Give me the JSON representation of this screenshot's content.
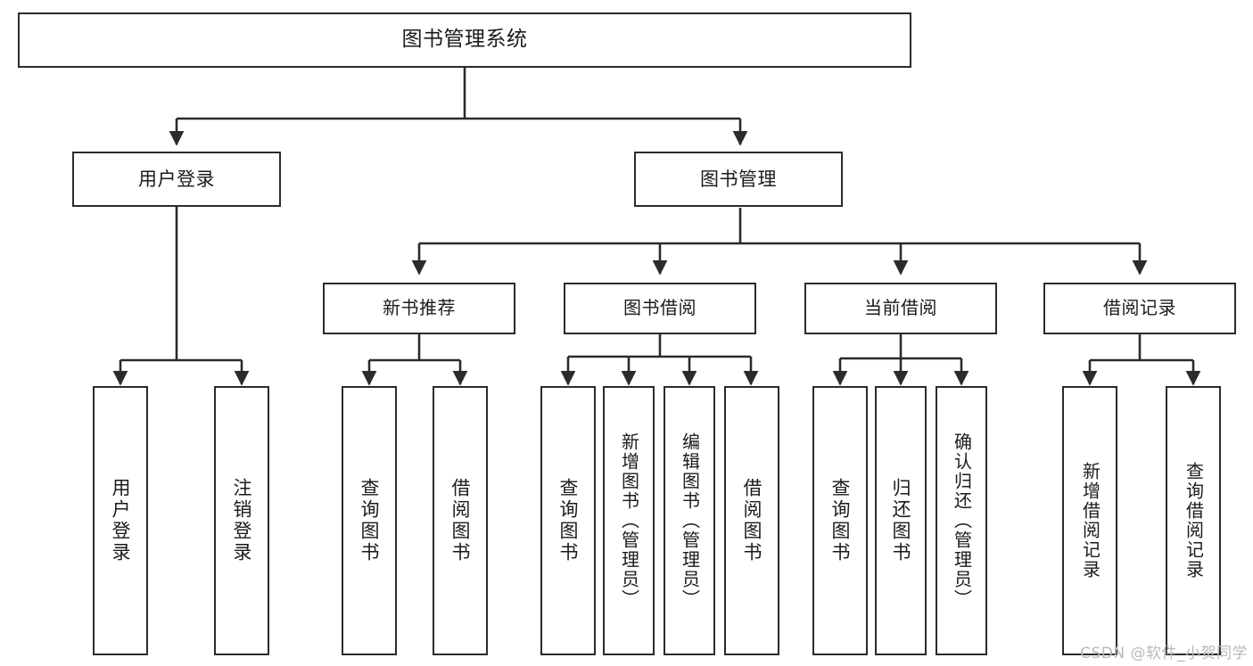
{
  "diagram": {
    "title": "图书管理系统",
    "type": "tree",
    "orientation": "top-down",
    "colors": {
      "box_border": "#2b2b2b",
      "box_fill": "#ffffff",
      "connector": "#2b2b2b",
      "text": "#1b1b1b",
      "watermark": "#b9b9b9",
      "background": "#ffffff"
    }
  },
  "root": {
    "label": "图书管理系统"
  },
  "level2": [
    {
      "label": "用户登录"
    },
    {
      "label": "图书管理"
    }
  ],
  "level3": [
    {
      "label": "新书推荐"
    },
    {
      "label": "图书借阅"
    },
    {
      "label": "当前借阅"
    },
    {
      "label": "借阅记录"
    }
  ],
  "leaves": {
    "user_login": [
      {
        "label": "用户登录"
      },
      {
        "label": "注销登录"
      }
    ],
    "new_book_recommend": [
      {
        "label": "查询图书"
      },
      {
        "label": "借阅图书"
      }
    ],
    "book_borrow": [
      {
        "label": "查询图书"
      },
      {
        "label": "新增图书（管理员）"
      },
      {
        "label": "编辑图书（管理员）"
      },
      {
        "label": "借阅图书"
      }
    ],
    "current_borrow": [
      {
        "label": "查询图书"
      },
      {
        "label": "归还图书"
      },
      {
        "label": "确认归还（管理员）"
      }
    ],
    "borrow_record": [
      {
        "label": "新增借阅记录"
      },
      {
        "label": "查询借阅记录"
      }
    ]
  },
  "watermark": {
    "text": "CSDN @软件_小贺同学"
  }
}
